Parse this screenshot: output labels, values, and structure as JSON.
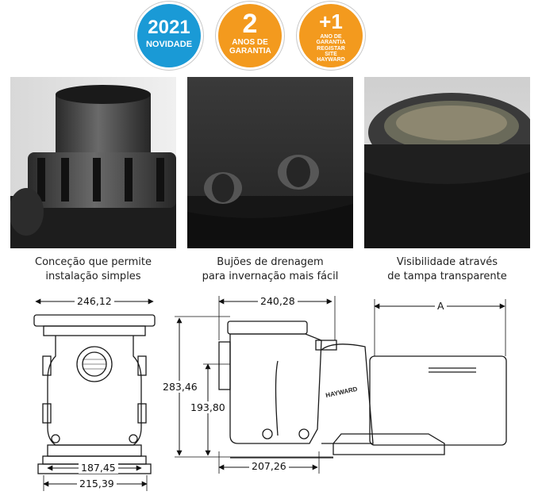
{
  "badges": [
    {
      "big": "2021",
      "small": "NOVIDADE",
      "color": "#1a9ad6"
    },
    {
      "big": "2",
      "small": "ANOS DE GARANTIA",
      "color": "#f39a1e"
    },
    {
      "big": "+1",
      "small": "ANO DE GARANTIA REGISTAR SITE HAYWARD",
      "color": "#f39a1e"
    }
  ],
  "captions": [
    {
      "line1": "Conceção que permite",
      "line2": "instalação simples"
    },
    {
      "line1": "Bujões de drenagem",
      "line2": "para invernação mais fácil"
    },
    {
      "line1": "Visibilidade através",
      "line2": "de tampa transparente"
    }
  ],
  "dimensions": {
    "front_width_top": "246,12",
    "front_base_inner": "187,45",
    "front_base_outer": "215,39",
    "side_top": "240,28",
    "motor_length": "A",
    "total_height": "283,46",
    "inlet_height": "193,80",
    "base_length": "207,26"
  },
  "brand_label": "HAYWARD"
}
